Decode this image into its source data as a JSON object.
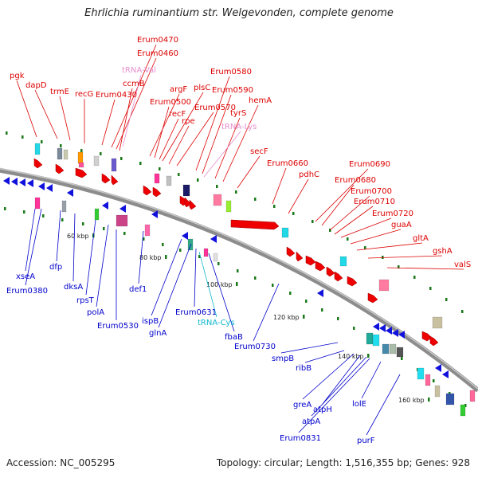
{
  "title": "Ehrlichia ruminantium str. Welgevonden, complete genome",
  "footer": {
    "accession": "Accession: NC_005295",
    "stats": "Topology: circular; Length: 1,516,355 bp; Genes: 928"
  },
  "colors": {
    "forward_label": "#dd0000",
    "reverse_label": "#0000cc",
    "trna_val": "#e58fcf",
    "trna_lys": "#e58fcf",
    "trna_cys": "#11b8cc",
    "forward_gene": "#ee0000",
    "reverse_gene": "#1111dd",
    "backbone": "#8c8c8c",
    "tick": "#1a7a1a"
  },
  "kbp_markers": [
    "60 kbp",
    "80 kbp",
    "100 kbp",
    "120 kbp",
    "140 kbp",
    "160 kbp"
  ],
  "forward_labels": [
    "pgk",
    "dapD",
    "trmE",
    "recG",
    "Erum0430",
    "Erum0470",
    "Erum0460",
    "ccmB",
    "argF",
    "Erum0500",
    "recF",
    "plsC",
    "rpe",
    "Erum0570",
    "Erum0580",
    "Erum0590",
    "tyrS",
    "hemA",
    "secF",
    "Erum0660",
    "pdhC",
    "Erum0690",
    "Erum0680",
    "Erum0700",
    "Erum0710",
    "Erum0720",
    "guaA",
    "gltA",
    "gshA",
    "valS"
  ],
  "trna_labels": {
    "val": "tRNA-Val",
    "lys": "tRNA-Lys",
    "cys": "tRNA-Cys"
  },
  "reverse_labels": [
    "xseA",
    "Erum0380",
    "dfp",
    "dksA",
    "rpsT",
    "polA",
    "Erum0530",
    "def1",
    "ispB",
    "glnA",
    "Erum0631",
    "fbaB",
    "Erum0730",
    "smpB",
    "ribB",
    "greA",
    "atpH",
    "atpA",
    "Erum0831",
    "lolE",
    "purF"
  ]
}
